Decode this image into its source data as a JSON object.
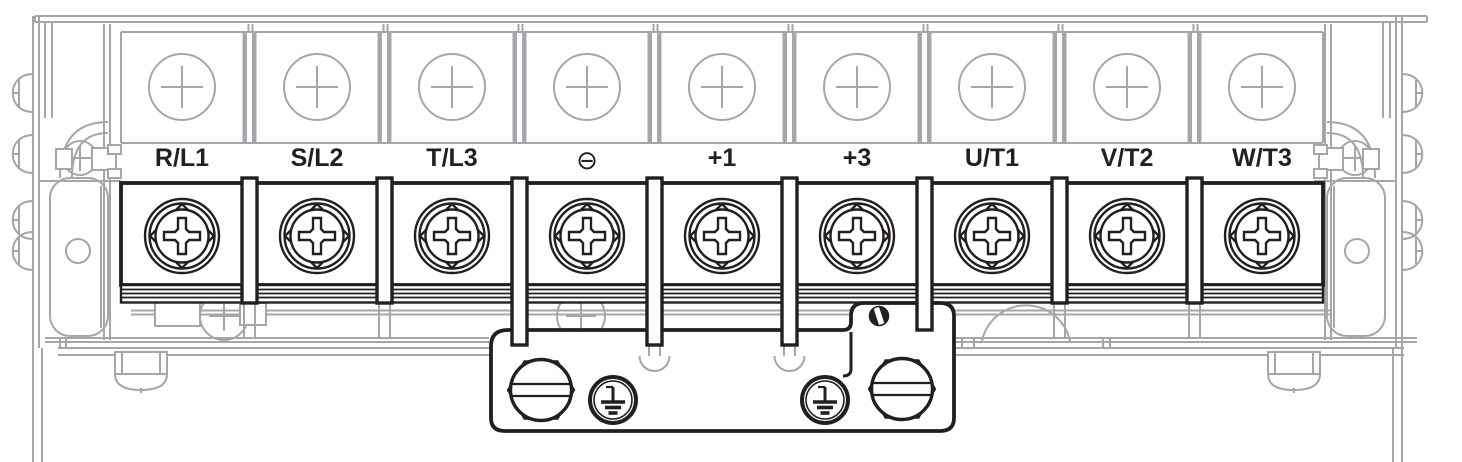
{
  "diagram": {
    "title": "Power terminal block wiring diagram",
    "colors": {
      "line_black": "#231f20",
      "line_gray": "#a4a6a9",
      "background": "#ffffff"
    },
    "terminals": {
      "count": 9,
      "labels": [
        "R/L1",
        "S/L2",
        "T/L3",
        "⊖",
        "+1",
        "+3",
        "U/T1",
        "V/T2",
        "W/T3"
      ]
    },
    "icons": {
      "terminal_screw": "phillips-screw",
      "cover_screw": "cross-slot-screw",
      "bracket_screw": "slotted-hex-screw",
      "ground": "earth-ground-symbol",
      "indicator": "half-filled-dot"
    },
    "ground_bracket": {
      "bracket_screws": 2,
      "ground_points": 2
    }
  }
}
